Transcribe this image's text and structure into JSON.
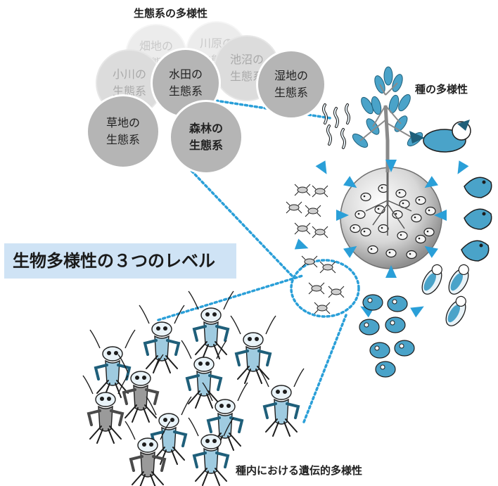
{
  "ecosystem_section": {
    "title": "生態系の多様性",
    "circles": [
      {
        "label": "畑地の\n生態系"
      },
      {
        "label": "川原の\n生態系"
      },
      {
        "label": "小川の\n生態系"
      },
      {
        "label": "池沼の\n生態系"
      },
      {
        "label": "水田の\n生態系"
      },
      {
        "label": "湿地の\n生態系"
      },
      {
        "label": "草地の\n生態系"
      },
      {
        "label": "森林の\n生態系"
      }
    ]
  },
  "main_banner": "生物多様性の３つのレベル",
  "species_section": {
    "title": "種の多様性"
  },
  "genetic_section": {
    "title": "種内における遺伝的多様性"
  },
  "colors": {
    "accent_blue": "#2a9fd8",
    "banner_bg": "#cfe3f5",
    "creature_blue": "#4aa3c9",
    "creature_dark": "#1f5f7a"
  }
}
